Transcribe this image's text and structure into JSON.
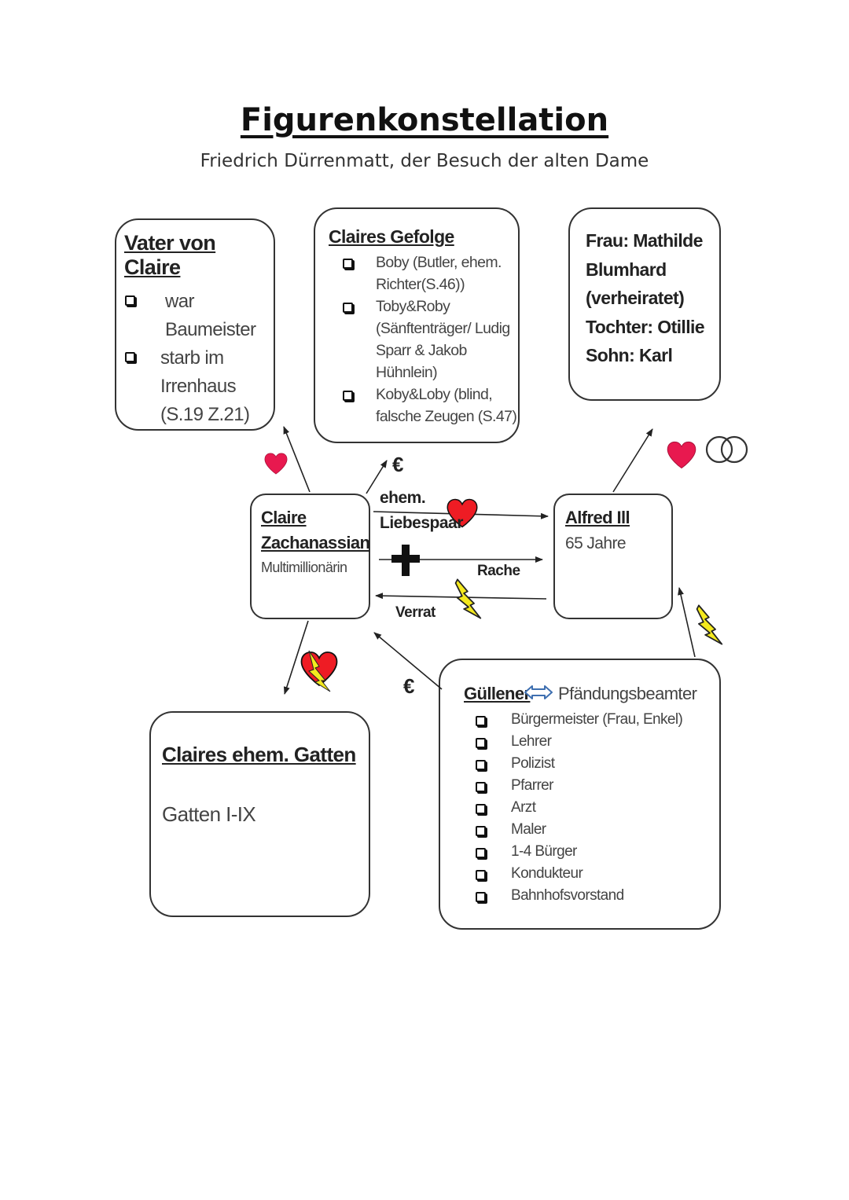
{
  "header": {
    "title": "Figurenkonstellation",
    "subtitle": "Friedrich Dürrenmatt, der Besuch der alten Dame"
  },
  "father": {
    "heading": "Vater von Claire",
    "items": [
      "war Baumeister",
      "starb im Irrenhaus (S.19 Z.21)"
    ]
  },
  "entourage": {
    "heading": "Claires Gefolge",
    "items": [
      "Boby (Butler, ehem. Richter(S.46))",
      "Toby&Roby (Sänftenträger/ Ludig Sparr & Jakob Hühnlein)",
      "Koby&Loby (blind, falsche Zeugen (S.47)"
    ]
  },
  "family": {
    "lines": [
      "Frau: Mathilde",
      "Blumhard",
      "(verheiratet)",
      "Tochter: Otillie",
      "Sohn: Karl"
    ]
  },
  "claire": {
    "name_line1": "Claire",
    "name_line2": "Zachanassian",
    "role": "Multimillionärin"
  },
  "alfred": {
    "name": "Alfred Ill",
    "age": "65 Jahre"
  },
  "husbands": {
    "heading": "Claires ehem. Gatten",
    "text": "Gatten I-IX"
  },
  "gullen": {
    "heading": "Güllener",
    "related": "Pfändungsbeamter",
    "items": [
      "Bürgermeister (Frau, Enkel)",
      "Lehrer",
      "Polizist",
      "Pfarrer",
      "Arzt",
      "Maler",
      "1-4 Bürger",
      "Kondukteur",
      "Bahnhofsvorstand"
    ]
  },
  "relations": {
    "former_line1": "ehem.",
    "former_line2": "Liebespaar",
    "revenge": "Rache",
    "betrayal": "Verrat",
    "euro_top": "€",
    "euro_bottom": "€"
  },
  "colors": {
    "heart_pink": "#e8194f",
    "heart_red": "#ee1c24",
    "lightning": "#f4e91e"
  }
}
